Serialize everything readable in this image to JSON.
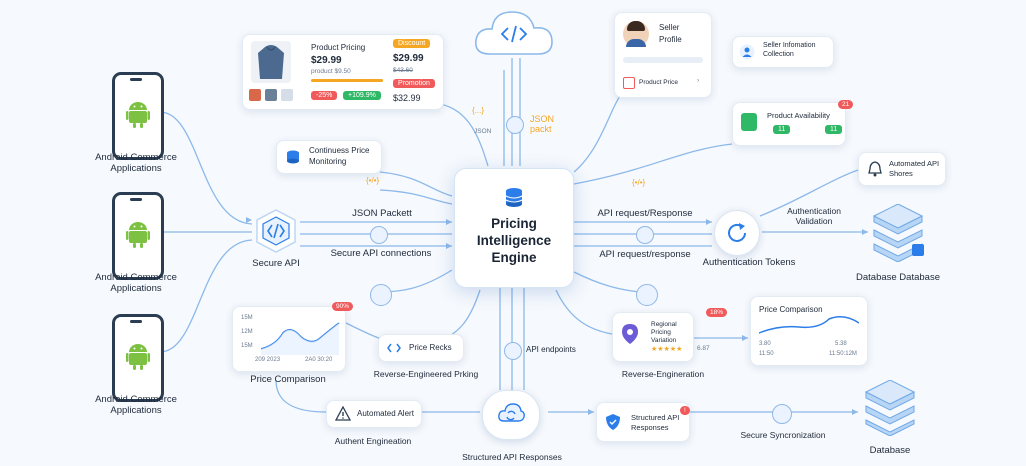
{
  "phones": [
    {
      "label": "Android Commerce Applications"
    },
    {
      "label": "Android Commerce Applications"
    },
    {
      "label": "Android Commerce Applications"
    }
  ],
  "engine": {
    "title": "Pricing Intelligence Engine"
  },
  "product_card": {
    "title": "Product Pricing",
    "price": "$29.99",
    "sub_price": "product $9.50",
    "discount_label": "Discount",
    "discount_price": "$29.99",
    "discount_old": "$43.60",
    "promotion_label": "Promotion",
    "promotion_price": "$32.99",
    "chip_down": "-25%",
    "chip_up": "+109.9%"
  },
  "json_packet_top": {
    "icon_text": "{...}",
    "file_text": "JSON",
    "label": "JSON packt"
  },
  "monitoring": {
    "label": "Continuess Price Monitoring"
  },
  "seller_card": {
    "name": "Seller",
    "sub": "Profile",
    "row": "Product Price"
  },
  "seller_info": {
    "label": "Seller Infomation Collection"
  },
  "availability": {
    "label": "Product Availability",
    "badge": "21",
    "chip_a": "11",
    "chip_b": "11"
  },
  "automated_top": {
    "label": "Automated API Shores"
  },
  "json_packet_left": {
    "label": "JSON Packett",
    "icon_text": "{•/•}"
  },
  "secure_api": {
    "label": "Secure API"
  },
  "secure_connections": {
    "label": "Secure API connections"
  },
  "api_req_top": {
    "label": "API request/Response",
    "icon_text": "{•/•}"
  },
  "api_req_bottom": {
    "label": "API request/response"
  },
  "auth_tokens": {
    "label": "Authentication Tokens"
  },
  "auth_validation": {
    "label": "Authentication Validation"
  },
  "database_top": {
    "label": "Database Database"
  },
  "price_chart_left": {
    "label": "Price Comparison",
    "badge": "90%",
    "y_ticks": [
      "15M",
      "12M",
      "15M"
    ],
    "x_ticks": [
      "209 2023",
      "2A0 30:20"
    ]
  },
  "price_recks": {
    "label": "Price Recks"
  },
  "reverse_left": {
    "label": "Reverse-Engineered Prking"
  },
  "api_endpoints": {
    "label": "API endpoints"
  },
  "regional": {
    "title": "Regional Pricing Variation",
    "rating": "6.87",
    "badge": "18%",
    "label": "Reverse-Engineration"
  },
  "price_chart_right": {
    "title": "Price Comparison",
    "v1": "3.80",
    "v2": "5.38",
    "x1": "11:50",
    "x2": "11:50:12M"
  },
  "automated_alert": {
    "label": "Automated Alert",
    "sub": "Authent Engineation"
  },
  "structured_center": {
    "label": "Structured API Responses"
  },
  "structured_card": {
    "label": "Structured API Responses",
    "badge": "!"
  },
  "secure_sync": {
    "label": "Secure Syncronization"
  },
  "database_bottom": {
    "label": "Database"
  },
  "colors": {
    "accent": "#2b7de9",
    "line": "#8cb9ea",
    "alert": "#f05a5a",
    "green": "#2fb866",
    "orange": "#f5a623",
    "android": "#7cc142"
  }
}
